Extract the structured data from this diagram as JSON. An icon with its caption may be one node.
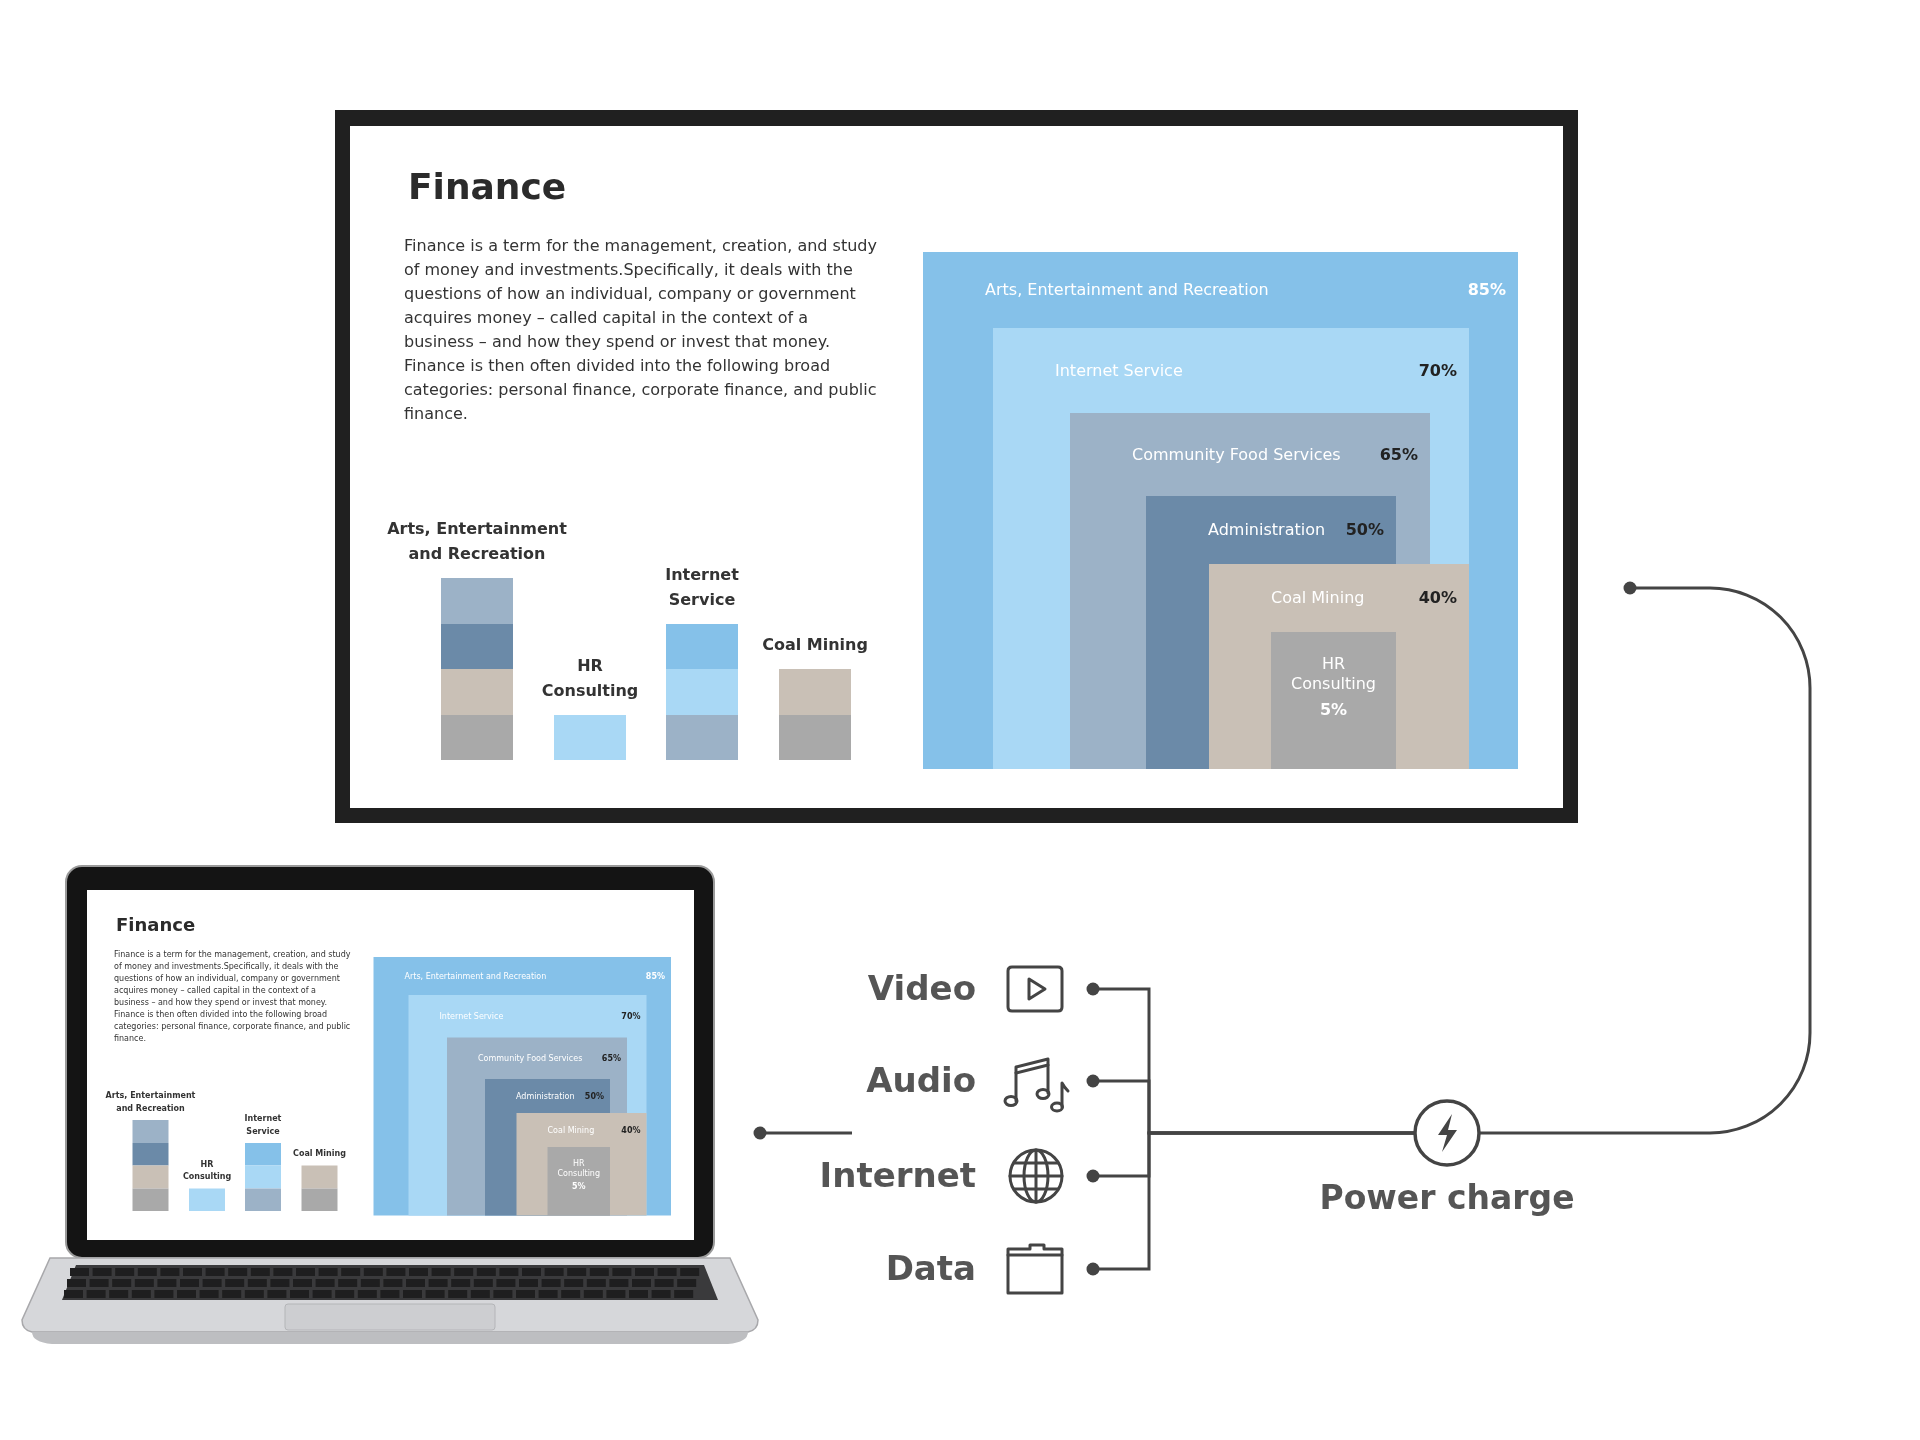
{
  "diagram": {
    "nodes": [
      {
        "text": [
          "Finance",
          "Finance is a term for the management, creation, and study of money and investments.Specifically, it deals with the questions of how an individual, company or government acquires money – called capital in the context of a business – and how they spend or invest that money. Finance is then often divided into the following broad categories: personal finance, corporate finance, and public finance."
        ]
      },
      {
        "text": [
          "Finance",
          "Finance is a term for the management, creation, and study of money and investments.Specifically, it deals with the questions of how an individual, company or government acquires money – called capital in the context of a business – and how they spend or invest that money. Finance is then often divided into the following broad categories: personal finance, corporate finance, and public finance."
        ]
      },
      {
        "text": [
          "Video"
        ]
      },
      {
        "text": [
          "Audio"
        ]
      },
      {
        "text": [
          "Internet"
        ]
      },
      {
        "text": [
          "Data"
        ]
      },
      {
        "text": [
          "Power charge"
        ]
      }
    ],
    "edges": [
      {
        "from": 2,
        "to": 6,
        "arrow": "other"
      },
      {
        "from": 3,
        "to": 6,
        "arrow": "other"
      },
      {
        "from": 4,
        "to": 6,
        "arrow": "other"
      },
      {
        "from": 5,
        "to": 6,
        "arrow": "other"
      },
      {
        "from": 0,
        "to": 6,
        "arrow": "other"
      },
      {
        "from": 1,
        "to": null,
        "arrow": "other"
      }
    ],
    "labels": [
      "Arts, Entertainment and Recreation",
      "HR Consulting",
      "Internet Service",
      "Coal Mining",
      "Arts, Entertainment and Recreation",
      "85%",
      "Internet Service",
      "70%",
      "Community Food Services",
      "65%",
      "Administration",
      "50%",
      "Coal Mining",
      "40%",
      "HR Consulting",
      "5%",
      "Arts, Entertainment and Recreation",
      "HR Consulting",
      "Internet Service",
      "Coal Mining",
      "Arts, Entertainment and Recreation",
      "85%",
      "Internet Service",
      "70%",
      "Community Food Services",
      "65%",
      "Administration",
      "50%",
      "Coal Mining",
      "40%",
      "HR Consulting",
      "5%"
    ]
  }
}
